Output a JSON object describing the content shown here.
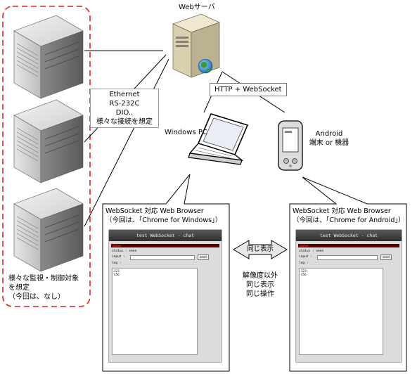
{
  "server": {
    "label": "Webサーバ"
  },
  "protocol": {
    "label": "HTTP + WebSocket"
  },
  "connections": {
    "lines": [
      "Ethernet",
      "RS-232C",
      "DIO..",
      "様々な接続を想定"
    ]
  },
  "pc": {
    "label": "Windows PC"
  },
  "android": {
    "lines": [
      "Android",
      "端末 or 機器"
    ]
  },
  "targets": {
    "lines": [
      "様々な監視・制御対象",
      "を想定",
      "（今回は、なし）"
    ]
  },
  "left_browser": {
    "line1": "WebSocket 対応 Web Browser",
    "line2": "（今回は、「Chrome for Windows」）"
  },
  "right_browser": {
    "line1": "WebSocket 対応 Web Browser",
    "line2": "（今回は、「Chrome for Android」）"
  },
  "same_display": {
    "label": "同じ表示"
  },
  "notes": {
    "lines": [
      "解像度以外",
      "同じ表示",
      "同じ操作"
    ]
  },
  "chat": {
    "title": "test WebSocket - chat",
    "status_label": "status",
    "status_value": "status : seen",
    "input_label": "input :",
    "send_label": "send",
    "log_label": "log :",
    "log_line1": "123",
    "log_line2": "456"
  },
  "colors": {
    "dashed_border": "#e02020",
    "arrow_fill": "#e8e8e8",
    "chat_header": "#3a3a3a"
  }
}
